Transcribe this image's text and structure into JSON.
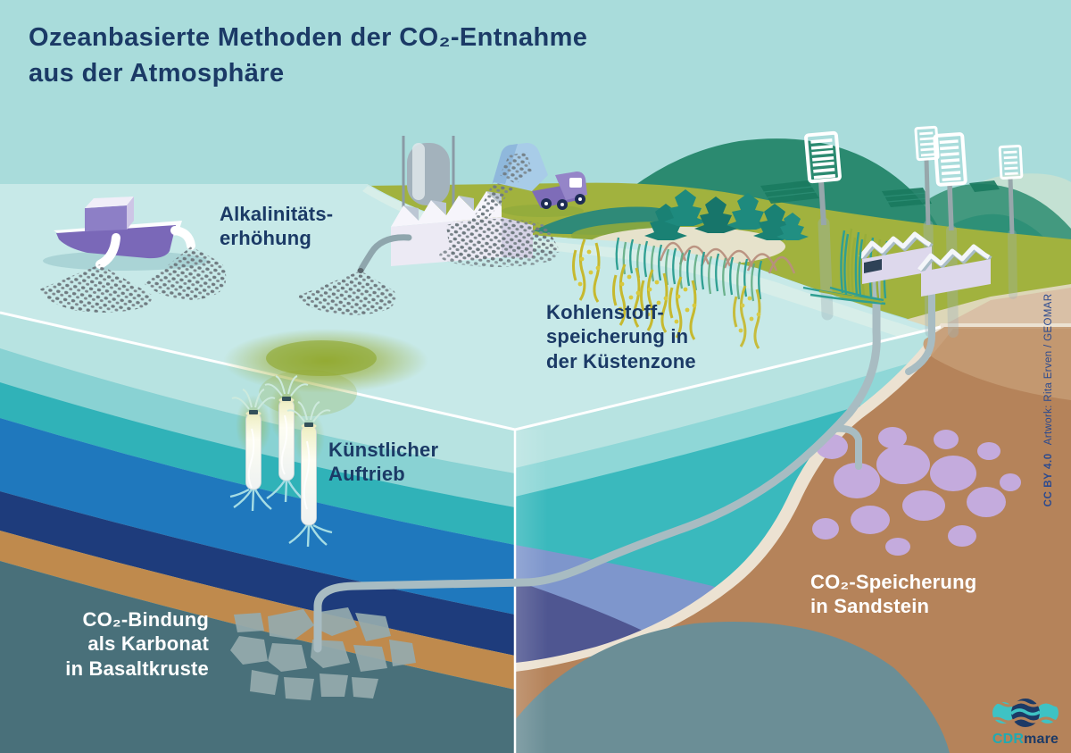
{
  "title": {
    "line1": "Ozeanbasierte Methoden der CO₂-Entnahme",
    "line2": "aus der Atmosphäre"
  },
  "labels": {
    "alkalinity": {
      "lines": [
        "Alkalinitäts-",
        "erhöhung"
      ]
    },
    "coastal": {
      "lines": [
        "Kohlenstoff-",
        "speicherung in",
        "der Küstenzone"
      ]
    },
    "upwelling": {
      "lines": [
        "Künstlicher",
        "Auftrieb"
      ]
    },
    "basalt": {
      "lines": [
        "CO₂-Bindung",
        "als Karbonat",
        "in Basaltkruste"
      ]
    },
    "sandstone": {
      "lines": [
        "CO₂-Speicherung",
        "in Sandstein"
      ]
    }
  },
  "credit": {
    "license": "CC BY 4.0",
    "artwork": "Artwork: Rita Erven / GEOMAR"
  },
  "logo": {
    "prefix": "CDR",
    "suffix": "mare"
  },
  "palette": {
    "sky": "#a9dcdb",
    "surface": "#c7e9e8",
    "navy_text": "#1b3a66",
    "teal_layer": "#30b2b8",
    "deep_blue": "#1f78bd",
    "navy_layer": "#1e3c7c",
    "sediment_brown": "#bf8a4d",
    "basalt_slate": "#49707a",
    "sandstone_brown": "#b5835a",
    "co2_lavender": "#c4abdd",
    "accent_teal": "#3ec2c4"
  }
}
